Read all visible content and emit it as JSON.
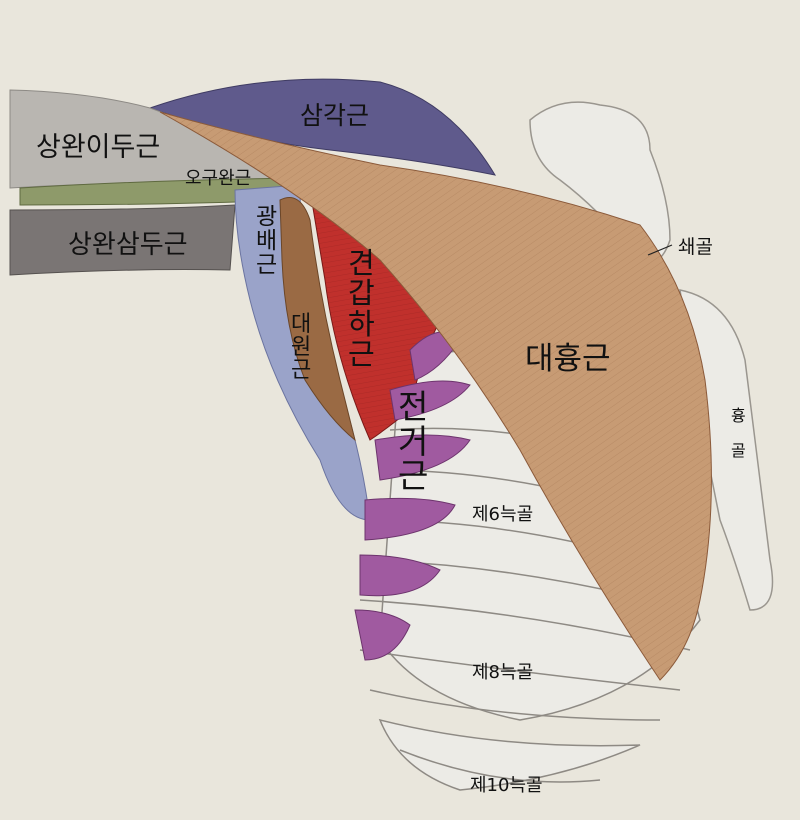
{
  "labels": {
    "biceps": "상완이두근",
    "deltoid": "삼각근",
    "coracobrachialis": "오구완근",
    "triceps": "상완삼두근",
    "latissimus": "광\n배\n근",
    "teres_major": "대\n원\n근",
    "subscapularis": "견\n갑\n하\n근",
    "serratus": "전\n거\n근",
    "pectoralis_major": "대흉근",
    "clavicle": "쇄골",
    "sternum": "흉\n골",
    "rib6": "제6늑골",
    "rib8": "제8늑골",
    "rib10": "제10늑골"
  },
  "colors": {
    "background": "#e9e6dc",
    "deltoid": "#5f5a8c",
    "biceps": "#b9b6b1",
    "coracobrachialis": "#8e9a6a",
    "triceps": "#7a7574",
    "latissimus": "#9aa3c9",
    "teres_major": "#9a6a44",
    "subscapularis": "#c0302c",
    "serratus": "#a05aa0",
    "pectoralis_major": "#c79b74",
    "bone": "#ecebe6"
  }
}
